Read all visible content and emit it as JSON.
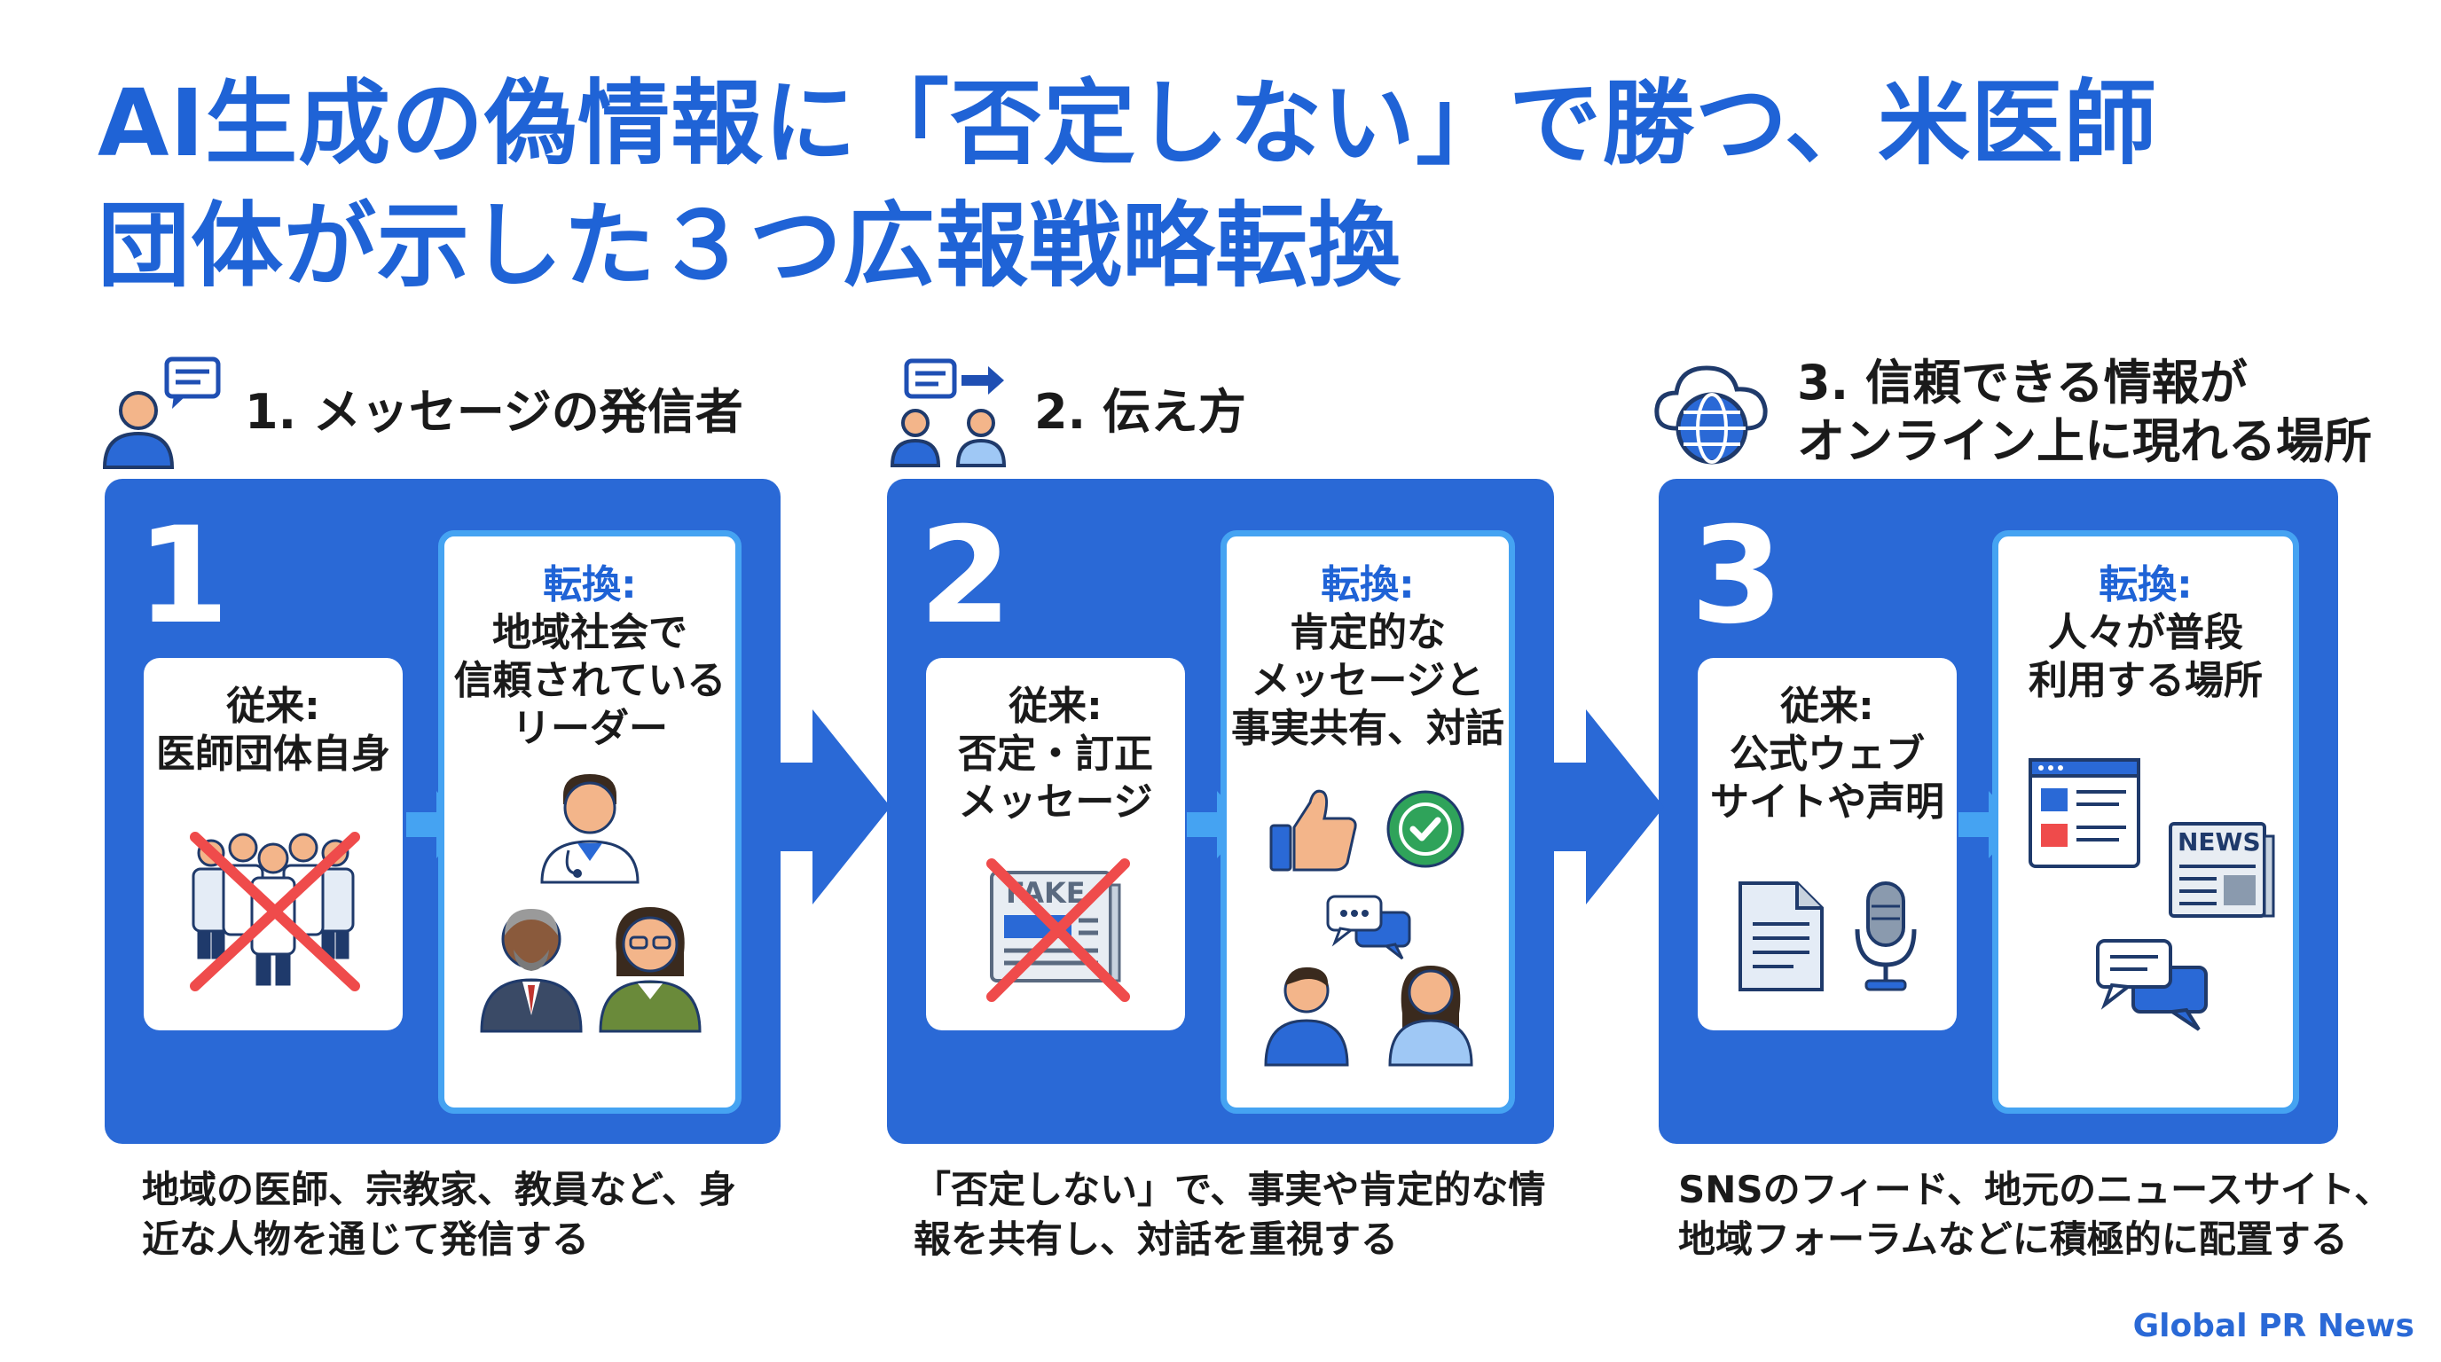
{
  "title": {
    "line1": "AI生成の偽情報に「否定しない」で勝つ、米医師",
    "line2": "団体が示した３つ広報戦略転換"
  },
  "steps": [
    {
      "heading": "1. メッセージの発信者",
      "number": "1",
      "old_label": "従来:",
      "old_text": [
        "医師団体自身"
      ],
      "new_label": "転換:",
      "new_text": [
        "地域社会で",
        "信頼されている",
        "リーダー"
      ],
      "caption": [
        "地域の医師、宗教家、教員など、身",
        "近な人物を通じて発信する"
      ],
      "icons": [
        "person-speech-icon",
        "doctors-group-icon",
        "red-x-icon",
        "doctor-icon",
        "elder-man-icon",
        "teacher-icon"
      ]
    },
    {
      "heading": "2. 伝え方",
      "number": "2",
      "old_label": "従来:",
      "old_text": [
        "否定・訂正",
        "メッセージ"
      ],
      "new_label": "転換:",
      "new_text": [
        "肯定的な",
        "メッセージと",
        "事実共有、対話"
      ],
      "caption": [
        "「否定しない」で、事実や肯定的な情",
        "報を共有し、対話を重視する"
      ],
      "fake_label": "FAKE",
      "icons": [
        "dialogue-icon",
        "fake-newspaper-icon",
        "red-x-icon",
        "thumbs-up-icon",
        "checkmark-icon",
        "chat-bubbles-icon",
        "two-people-icon"
      ]
    },
    {
      "heading": [
        "3. 信頼できる情報が",
        "オンライン上に現れる場所"
      ],
      "number": "3",
      "old_label": "従来:",
      "old_text": [
        "公式ウェブ",
        "サイトや声明"
      ],
      "new_label": "転換:",
      "new_text": [
        "人々が普段",
        "利用する場所"
      ],
      "caption": [
        "SNSのフィード、地元のニュースサイト、",
        "地域フォーラムなどに積極的に配置する"
      ],
      "news_label": "NEWS",
      "icons": [
        "cloud-globe-icon",
        "document-icon",
        "microphone-icon",
        "web-feed-icon",
        "newspaper-icon",
        "chat-bubbles-icon"
      ]
    }
  ],
  "brand": "Global PR News",
  "colors": {
    "primary": "#2a69d6",
    "title": "#1f63d6",
    "card_border": "#45a3f2",
    "cross": "#ef4b4b",
    "arrow_light": "#45a3f2"
  }
}
